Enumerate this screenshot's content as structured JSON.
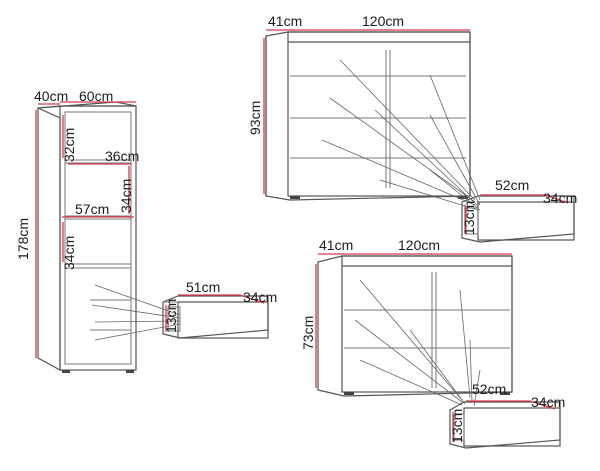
{
  "colors": {
    "outline": "#555555",
    "dimension": "#d8394a",
    "text": "#1c1c1c"
  },
  "bookcase": {
    "depth": "40cm",
    "width": "60cm",
    "height": "178cm",
    "shelf_height_top": "32cm",
    "shelf_width_inner": "36cm",
    "shelf_height_mid": "34cm",
    "inner_width": "57cm",
    "shelf_height_low": "34cm"
  },
  "bookcase_drawer": {
    "width": "51cm",
    "depth": "34cm",
    "height": "13cm"
  },
  "cabinet_tall": {
    "depth": "41cm",
    "width": "120cm",
    "height": "93cm"
  },
  "cabinet_tall_drawer": {
    "width": "52cm",
    "depth": "34cm",
    "height": "13cm"
  },
  "cabinet_low": {
    "depth": "41cm",
    "width": "120cm",
    "height": "73cm"
  },
  "cabinet_low_drawer": {
    "width": "52cm",
    "depth": "34cm",
    "height": "13cm"
  }
}
